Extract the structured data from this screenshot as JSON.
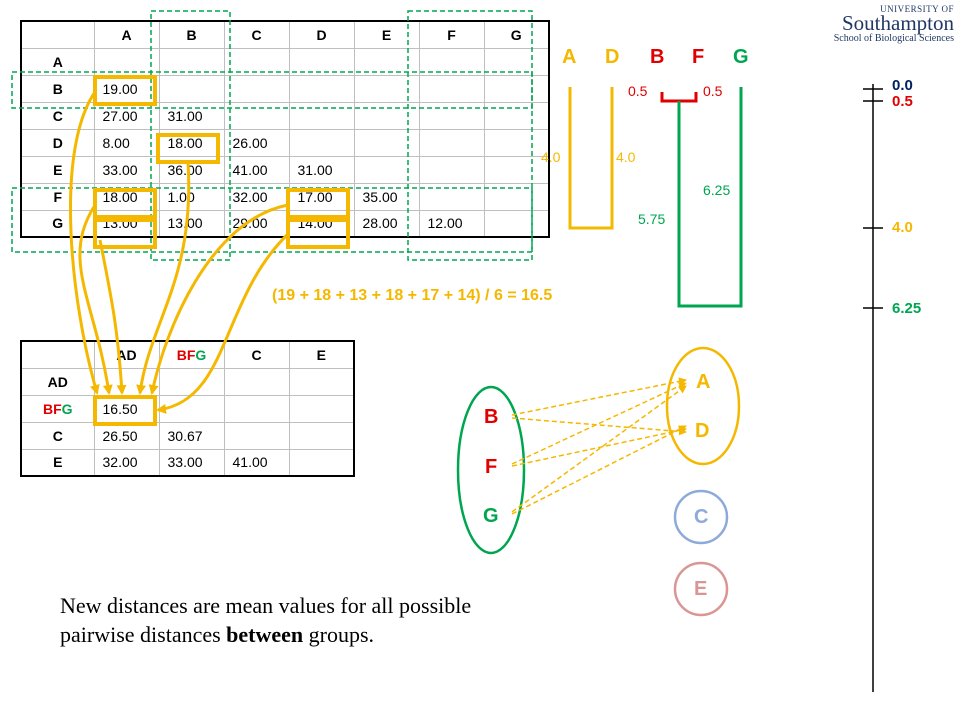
{
  "logo": {
    "line1": "UNIVERSITY OF",
    "line2": "Southampton",
    "line3": "School of Biological Sciences"
  },
  "matrix1": {
    "col_headers": [
      "A",
      "B",
      "C",
      "D",
      "E",
      "F",
      "G"
    ],
    "row_headers": [
      "A",
      "B",
      "C",
      "D",
      "E",
      "F",
      "G"
    ],
    "rows": [
      [],
      [
        "19.00"
      ],
      [
        "27.00",
        "31.00"
      ],
      [
        "8.00",
        "18.00",
        "26.00"
      ],
      [
        "33.00",
        "36.00",
        "41.00",
        "31.00"
      ],
      [
        "18.00",
        "1.00",
        "32.00",
        "17.00",
        "35.00"
      ],
      [
        "13.00",
        "13.00",
        "29.00",
        "14.00",
        "28.00",
        "12.00"
      ]
    ]
  },
  "matrix2": {
    "col_headers": [
      "AD",
      "BF",
      "G",
      "C",
      "E"
    ],
    "row_headers": [
      "AD",
      "BF",
      "G",
      "C",
      "E"
    ],
    "rows": [
      [],
      [
        "16.50"
      ],
      [
        "26.50",
        "30.67"
      ],
      [
        "32.00",
        "33.00",
        "41.00"
      ]
    ]
  },
  "formula": "(19 + 18 + 13 + 18 + 17 + 14) / 6 = 16.5",
  "caption": {
    "line1": "New distances are mean values for all possible",
    "line2_pre": "pairwise distances ",
    "line2_bold": "between",
    "line2_post": " groups."
  },
  "tree": {
    "leaves": [
      "A",
      "D",
      "B",
      "F",
      "G"
    ],
    "labels": {
      "bf_left": "0.5",
      "bf_right": "0.5",
      "ad_left": "4.0",
      "ad_right": "4.0",
      "g_upper": "6.25",
      "g_lower": "5.75"
    }
  },
  "scale_marks": [
    "0.0",
    "0.5",
    "4.0",
    "6.25"
  ],
  "groups": {
    "left": [
      "B",
      "F",
      "G"
    ],
    "right": [
      "A",
      "D"
    ],
    "c": "C",
    "e": "E"
  },
  "colors": {
    "yellow": "#f5b800",
    "red": "#e00000",
    "green": "#00a550",
    "navy": "#002060",
    "blue": "#8eaadb",
    "pink": "#d99694"
  }
}
